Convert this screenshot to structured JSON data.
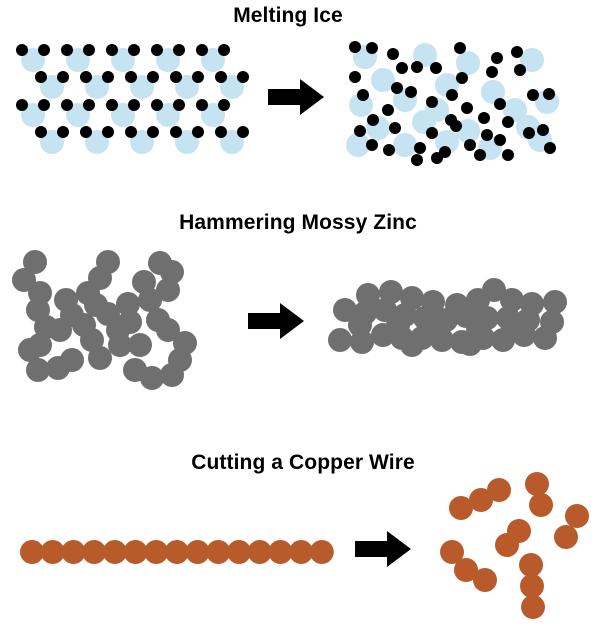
{
  "panels": [
    {
      "title": "Melting Ice"
    },
    {
      "title": "Hammering Mossy Zinc"
    },
    {
      "title": "Cutting a Copper Wire"
    }
  ],
  "colors": {
    "ice_molecule": "#c5e3f1",
    "hydrogen_dot": "#000000",
    "zinc_atom": "#6f6f6f",
    "copper_atom": "#b95a2a",
    "arrow": "#000000"
  },
  "icons": [
    "right-arrow-icon"
  ]
}
